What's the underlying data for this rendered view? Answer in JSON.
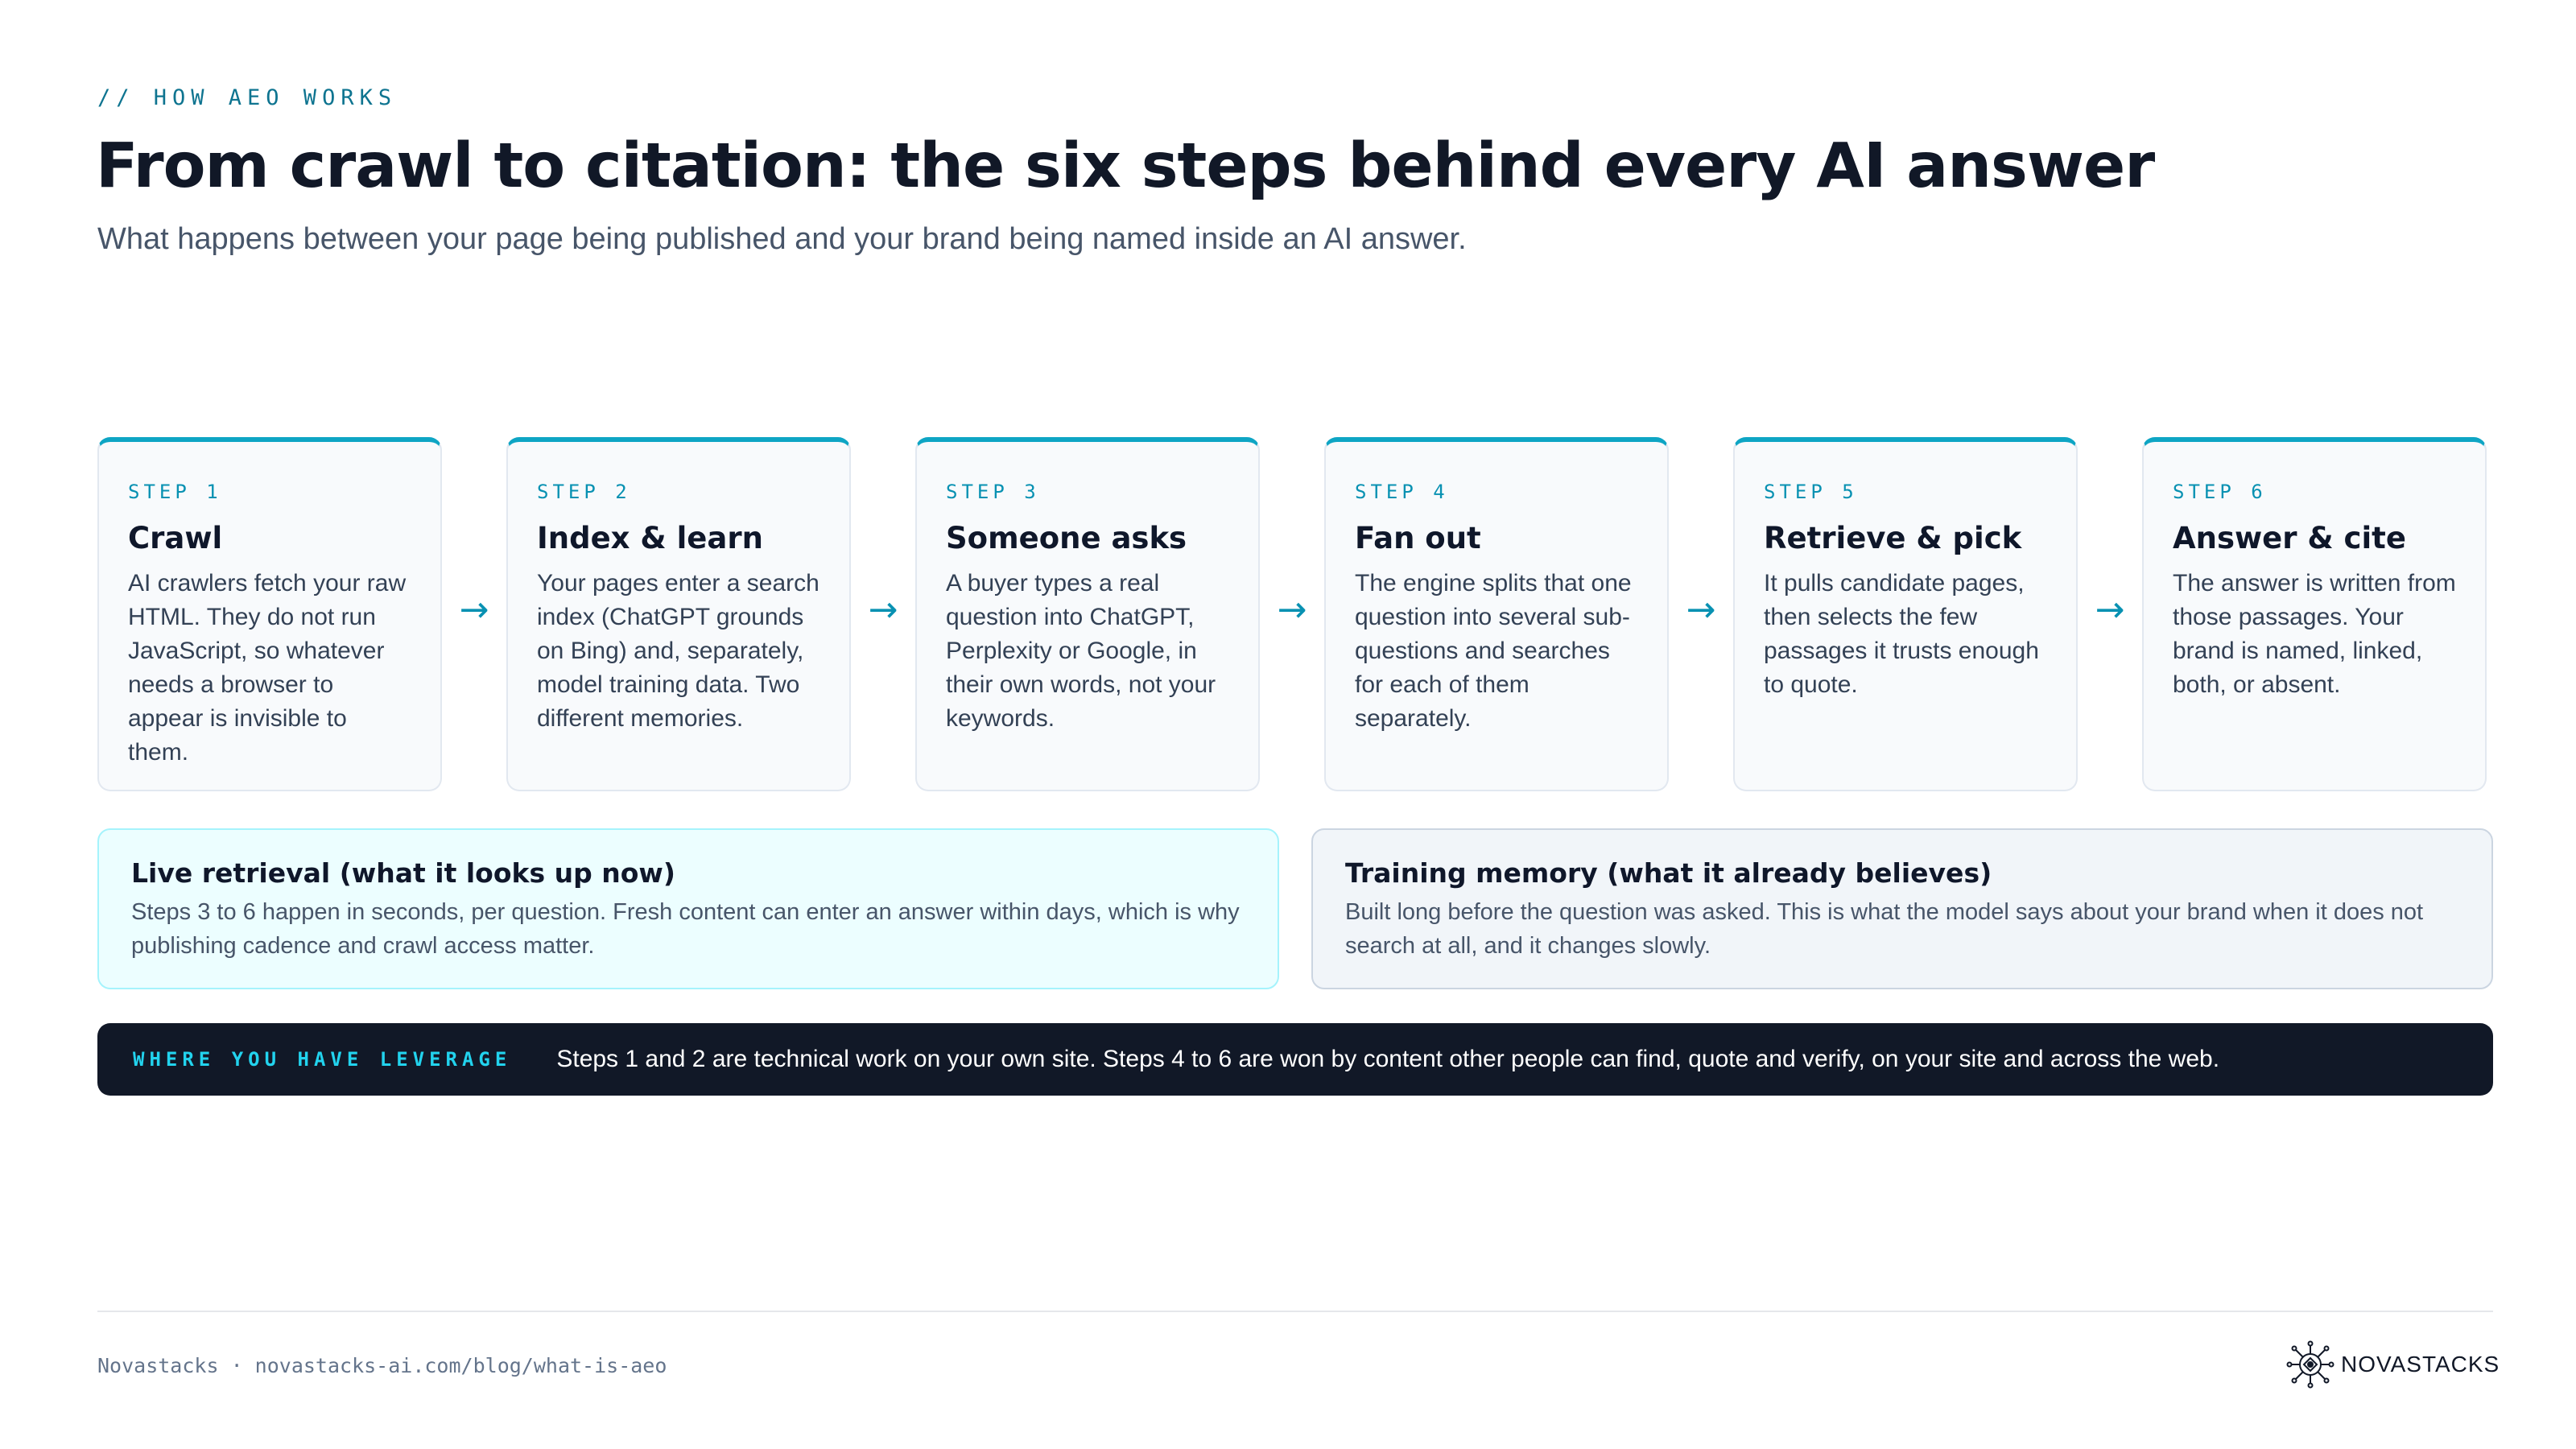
{
  "header": {
    "eyebrow": "// HOW AEO WORKS",
    "title": "From crawl to citation: the six steps behind every AI answer",
    "subtitle": "What happens between your page being published and your brand being named inside an AI answer."
  },
  "steps": [
    {
      "label": "STEP 1",
      "title": "Crawl",
      "body": "AI crawlers fetch your raw HTML. They do not run JavaScript, so whatever needs a browser to appear is invisible to them."
    },
    {
      "label": "STEP 2",
      "title": "Index & learn",
      "body": "Your pages enter a search index (ChatGPT grounds on Bing) and, separately, model training data. Two different memories."
    },
    {
      "label": "STEP 3",
      "title": "Someone asks",
      "body": "A buyer types a real question into ChatGPT, Perplexity or Google, in their own words, not your keywords."
    },
    {
      "label": "STEP 4",
      "title": "Fan out",
      "body": "The engine splits that one question into several sub-questions and searches for each of them separately."
    },
    {
      "label": "STEP 5",
      "title": "Retrieve & pick",
      "body": "It pulls candidate pages, then selects the few passages it trusts enough to quote."
    },
    {
      "label": "STEP 6",
      "title": "Answer & cite",
      "body": "The answer is written from those passages. Your brand is named, linked, both, or absent."
    }
  ],
  "arrow_glyph": "→",
  "bands": {
    "live": {
      "title": "Live retrieval (what it looks up now)",
      "body": "Steps 3 to 6 happen in seconds, per question. Fresh content can enter an answer within days, which is why publishing cadence and crawl access matter."
    },
    "training": {
      "title": "Training memory (what it already believes)",
      "body": "Built long before the question was asked. This is what the model says about your brand when it does not search at all, and it changes slowly."
    }
  },
  "leverage": {
    "label": "WHERE YOU HAVE LEVERAGE",
    "text": "Steps 1 and 2 are technical work on your own site. Steps 4 to 6 are won by content other people can find, quote and verify, on your site and across the web."
  },
  "footer": {
    "source": "Novastacks · novastacks-ai.com/blog/what-is-aeo",
    "brand": "NOVASTACKS",
    "logo_icon": "novastacks-logo-icon"
  },
  "colors": {
    "accent": "#0891b2",
    "dark": "#111827",
    "live_bg": "#ecfeff",
    "training_bg": "#f1f5f9"
  }
}
